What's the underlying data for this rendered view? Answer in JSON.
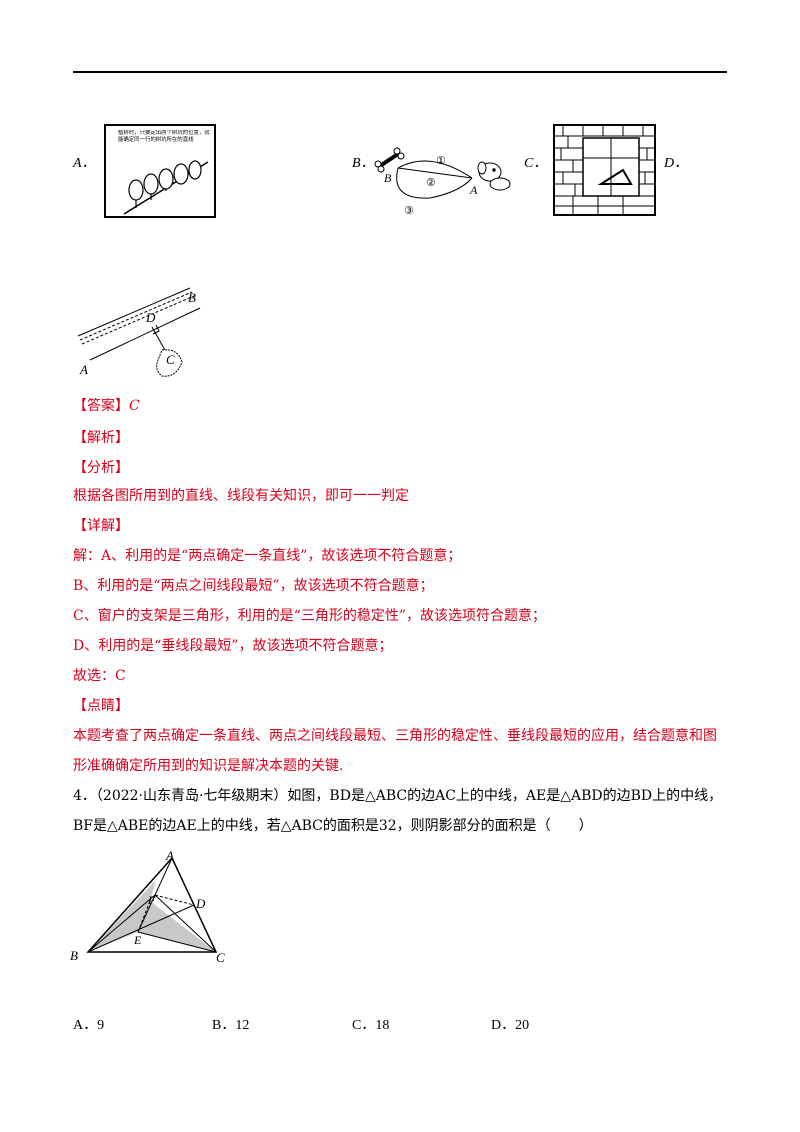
{
  "options": {
    "A": "A．",
    "B": "B．",
    "C": "C．",
    "D": "D．",
    "imgA_text": "植树时，只要定出两个树坑的位置，就能确定同一行的树坑所在的直线"
  },
  "figure_labels": {
    "bone_B": "B",
    "dog_A": "A",
    "path1": "①",
    "path2": "②",
    "path3": "③",
    "line_A": "A",
    "line_B": "B",
    "line_D": "D",
    "line_C": "C"
  },
  "solution": {
    "answer_tag": "【答案】",
    "answer_value": "C",
    "analysis_tag": "【解析】",
    "fenxi_tag": "【分析】",
    "fenxi_text": "根据各图所用到的直线、线段有关知识，即可一一判定",
    "detail_tag": "【详解】",
    "detail_1": "解：A、利用的是“两点确定一条直线”，故该选项不符合题意；",
    "detail_2": "B、利用的是“两点之间线段最短”，故该选项不符合题意；",
    "detail_3": "C、窗户的支架是三角形，利用的是“三角形的稳定性”，故该选项符合题意；",
    "detail_4": "D、利用的是“垂线段最短”，故该选项不符合题意；",
    "choose": "故选：C",
    "comment_tag": "【点睛】",
    "comment_1": "本题考查了两点确定一条直线、两点之间线段最短、三角形的稳定性、垂线段最短的应用，结合题意和图",
    "comment_2": "形准确确定所用到的知识是解决本题的关键."
  },
  "question4": {
    "line1": "4．（2022·山东青岛·七年级期末）如图，BD是△ABC的边AC上的中线，AE是△ABD的边BD上的中线，",
    "line2": "BF是△ABE的边AE上的中线，若△ABC的面积是32，则阴影部分的面积是（　　）",
    "tri_A": "A",
    "tri_B": "B",
    "tri_C": "C",
    "tri_D": "D",
    "tri_E": "E",
    "tri_F": "F",
    "choice_A": "A．9",
    "choice_B": "B．12",
    "choice_C": "C．18",
    "choice_D": "D．20"
  }
}
